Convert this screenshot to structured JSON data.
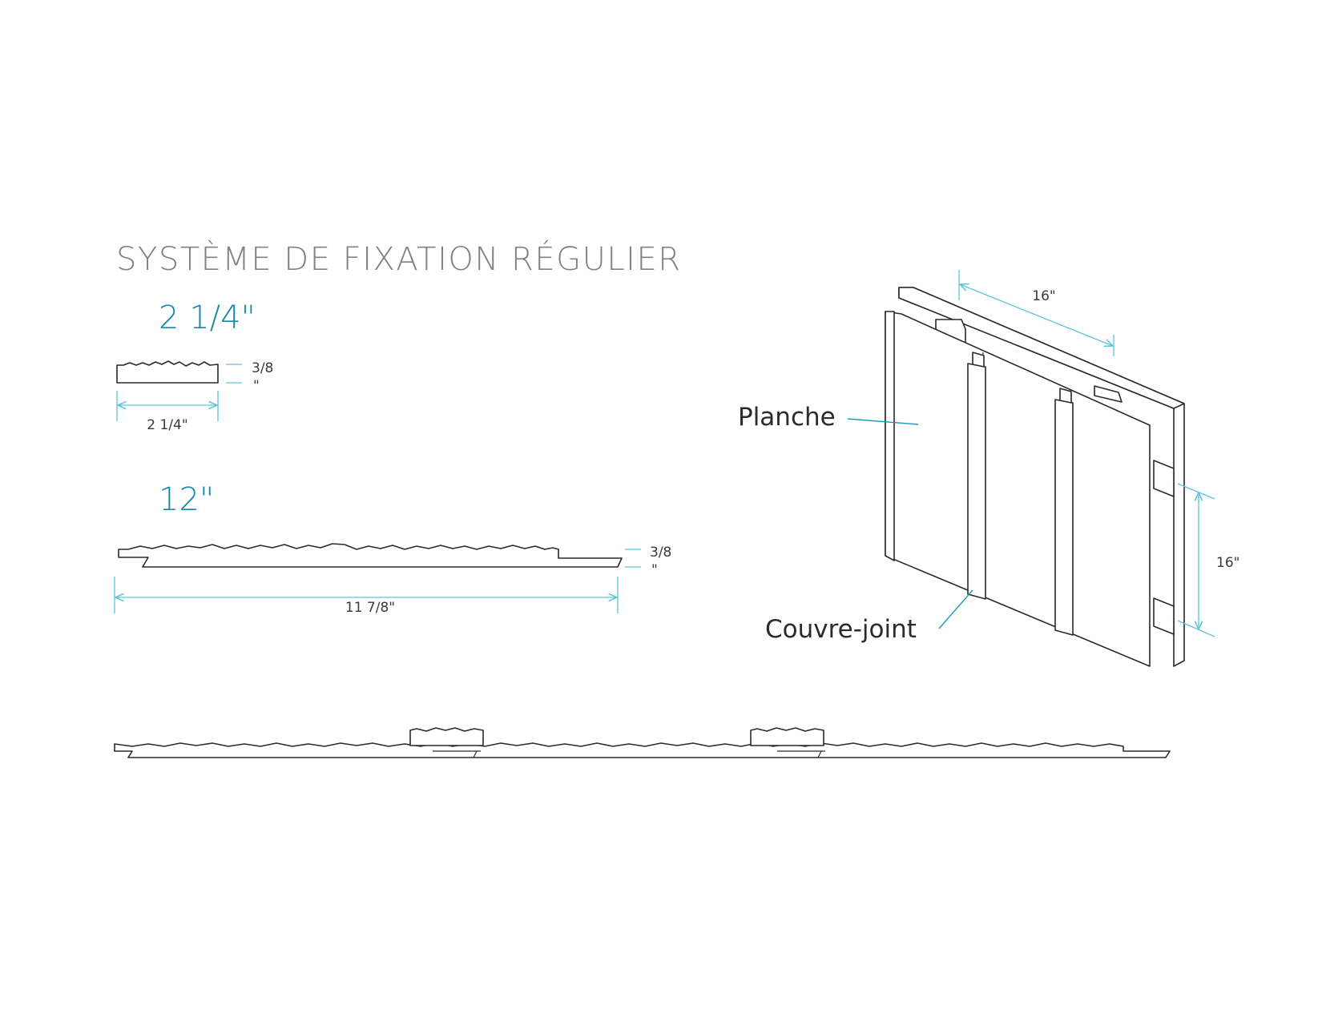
{
  "title": "SYSTÈME DE FIXATION RÉGULIER",
  "colors": {
    "title": "#808285",
    "accent": "#1689ab",
    "dimension_line": "#5ec3d8",
    "ink": "#2a2a2a"
  },
  "profile_small": {
    "heading": "2 1/4\"",
    "thickness_label": "3/8",
    "thickness_unit": "\"",
    "width_label": "2 1/4\""
  },
  "profile_large": {
    "heading": "12\"",
    "thickness_label": "3/8",
    "thickness_unit": "\"",
    "width_label": "11 7/8\""
  },
  "isometric": {
    "top_dimension": "16\"",
    "side_dimension": "16\"",
    "planche_label": "Planche",
    "couvre_joint_label": "Couvre-joint"
  }
}
